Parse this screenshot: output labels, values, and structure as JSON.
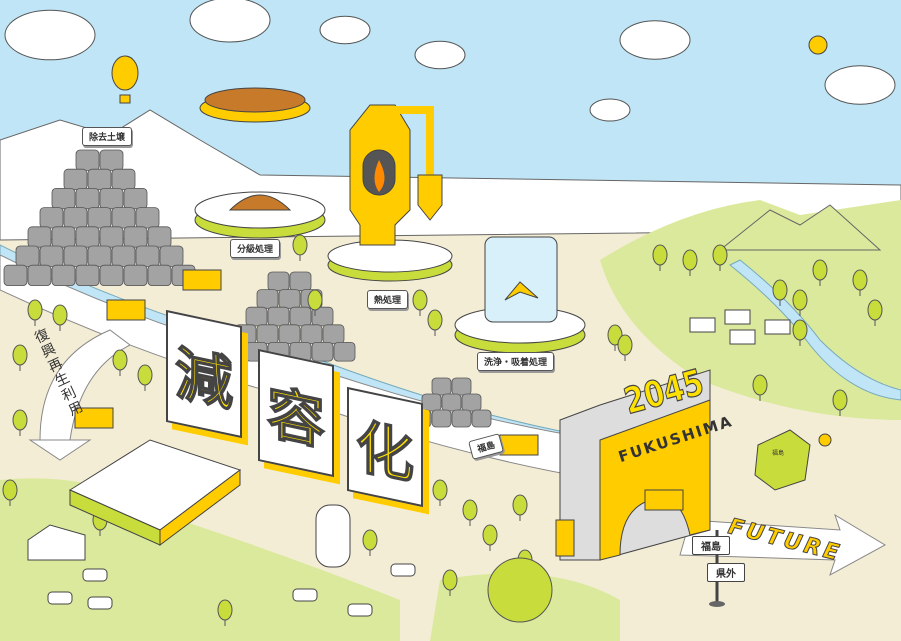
{
  "labels": {
    "removed_soil": "除去土壌",
    "classification": "分級処理",
    "thermal": "熱処理",
    "washing": "洗浄・吸着処理",
    "recycling_vertical": "復興再生利用",
    "fukushima_small_sign": "福島",
    "volume_reduction": [
      "減",
      "容",
      "化"
    ],
    "year": "2045",
    "arch": "FUKUSHIMA",
    "future": "FUTURE",
    "signpost_fukushima": "福島",
    "signpost_outside": "県外",
    "mascot": "福島"
  },
  "colors": {
    "sky": "#bfe5f6",
    "ground": "#f4edd6",
    "grass": "#dbe99c",
    "yellow": "#ffcc00",
    "bags": "#a3a3a3",
    "river": "#bfe5f6",
    "outline": "#444444"
  }
}
